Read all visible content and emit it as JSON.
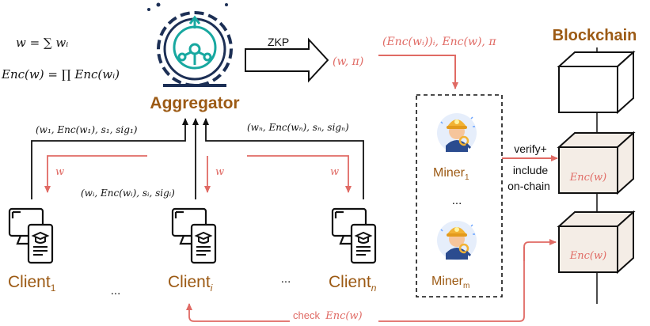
{
  "formulas": {
    "w_sum": "w = ∑ wᵢ",
    "enc_prod": "Enc(w) = ∏ Enc(wᵢ)"
  },
  "aggregator": {
    "title": "Aggregator",
    "icon": "gear-network-icon"
  },
  "zkp": {
    "label": "ZKP",
    "output": "(w, π)",
    "broadcast": "(Enc(wᵢ))ᵢ, Enc(w), π"
  },
  "blockchain": {
    "title": "Blockchain",
    "block_2_label": "Enc(w)",
    "block_3_label": "Enc(w)"
  },
  "verify_label_1": "verify+",
  "verify_label_2": "include",
  "verify_label_3": "on-chain",
  "miners": {
    "miner_1_base": "Miner",
    "miner_1_sub": "1",
    "miner_m_base": "Miner",
    "miner_m_sub": "m",
    "ellipsis": "..."
  },
  "clients": {
    "client_1_base": "Client",
    "client_1_sub": "1",
    "client_i_base": "Client",
    "client_i_sub": "i",
    "client_n_base": "Client",
    "client_n_sub": "n",
    "ellipsis_1": "...",
    "ellipsis_2": "..."
  },
  "uploads": {
    "client_1": "(w₁, Enc(w₁), s₁, sig₁)",
    "client_i": "(wᵢ, Enc(wᵢ), sᵢ, sigᵢ)",
    "client_n": "(wₙ, Enc(wₙ), sₙ, sigₙ)"
  },
  "downloads": {
    "to_client_1": "w",
    "to_client_i": "w",
    "to_client_n": "w"
  },
  "check": {
    "prefix": "check",
    "expr": "Enc(w)"
  },
  "colors": {
    "accent_brown": "#9c5a14",
    "red_arrow": "#e06a64",
    "teal_icon": "#18a8a0",
    "block_fill": "#f4ede6"
  }
}
